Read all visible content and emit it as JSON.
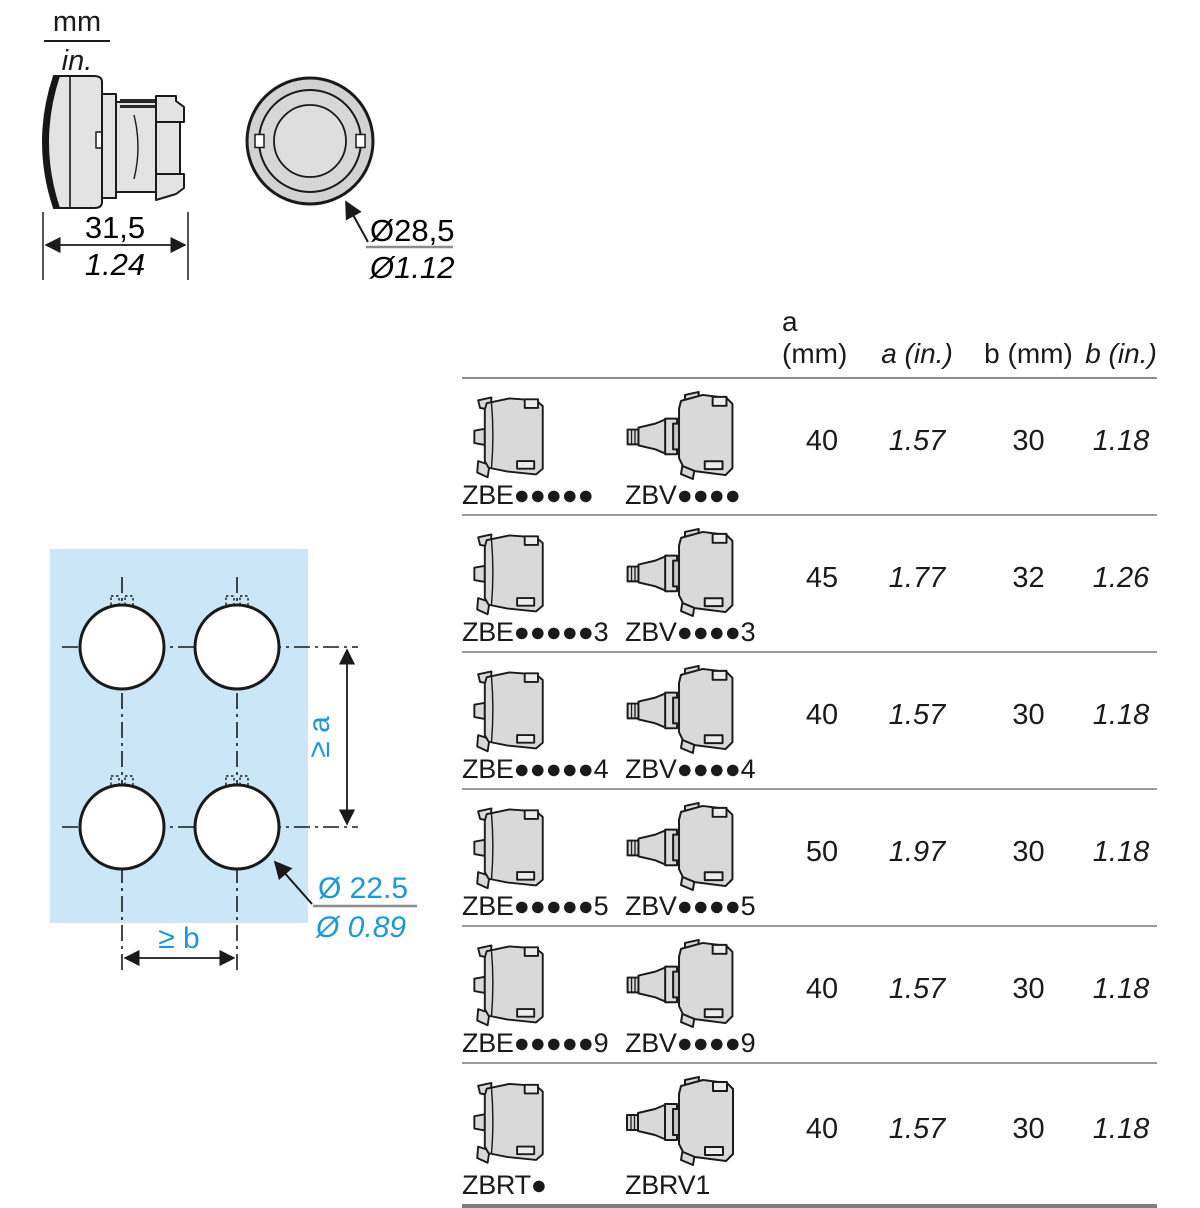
{
  "colors": {
    "accent": "#1b98d5",
    "panel": "#cbe6f7",
    "rule_gray": "#8c8c8c"
  },
  "units": {
    "metric": "mm",
    "imperial": "in."
  },
  "side_view": {
    "width_mm": "31,5",
    "width_in": "1.24"
  },
  "front_view": {
    "diameter_mm": "Ø28,5",
    "diameter_in": "Ø1.12"
  },
  "drilling_diagram": {
    "hole_diameter_mm": "Ø 22.5",
    "hole_diameter_in": "Ø 0.89",
    "vertical_pitch": "≥ a",
    "horizontal_pitch": "≥ b"
  },
  "table": {
    "headers": [
      {
        "label": "a (mm)",
        "italic": false
      },
      {
        "label": "a (in.)",
        "italic": true
      },
      {
        "label": "b (mm)",
        "italic": false
      },
      {
        "label": "b (in.)",
        "italic": true
      }
    ],
    "rows": [
      {
        "ref_left": "ZBE●●●●●",
        "ref_right": "ZBV●●●●",
        "fig_left": "zbe",
        "fig_right": "zbv",
        "a_mm": "40",
        "a_in": "1.57",
        "b_mm": "30",
        "b_in": "1.18"
      },
      {
        "ref_left": "ZBE●●●●●3",
        "ref_right": "ZBV●●●●3",
        "fig_left": "zbe",
        "fig_right": "zbv",
        "a_mm": "45",
        "a_in": "1.77",
        "b_mm": "32",
        "b_in": "1.26"
      },
      {
        "ref_left": "ZBE●●●●●4",
        "ref_right": "ZBV●●●●4",
        "fig_left": "zbe",
        "fig_right": "zbv",
        "a_mm": "40",
        "a_in": "1.57",
        "b_mm": "30",
        "b_in": "1.18"
      },
      {
        "ref_left": "ZBE●●●●●5",
        "ref_right": "ZBV●●●●5",
        "fig_left": "zbe",
        "fig_right": "zbv",
        "a_mm": "50",
        "a_in": "1.97",
        "b_mm": "30",
        "b_in": "1.18"
      },
      {
        "ref_left": "ZBE●●●●●9",
        "ref_right": "ZBV●●●●9",
        "fig_left": "zbe",
        "fig_right": "zbv",
        "a_mm": "40",
        "a_in": "1.57",
        "b_mm": "30",
        "b_in": "1.18"
      },
      {
        "ref_left": "ZBRT●",
        "ref_right": "ZBRV1",
        "fig_left": "zbe",
        "fig_right": "zbv",
        "a_mm": "40",
        "a_in": "1.57",
        "b_mm": "30",
        "b_in": "1.18"
      }
    ]
  }
}
